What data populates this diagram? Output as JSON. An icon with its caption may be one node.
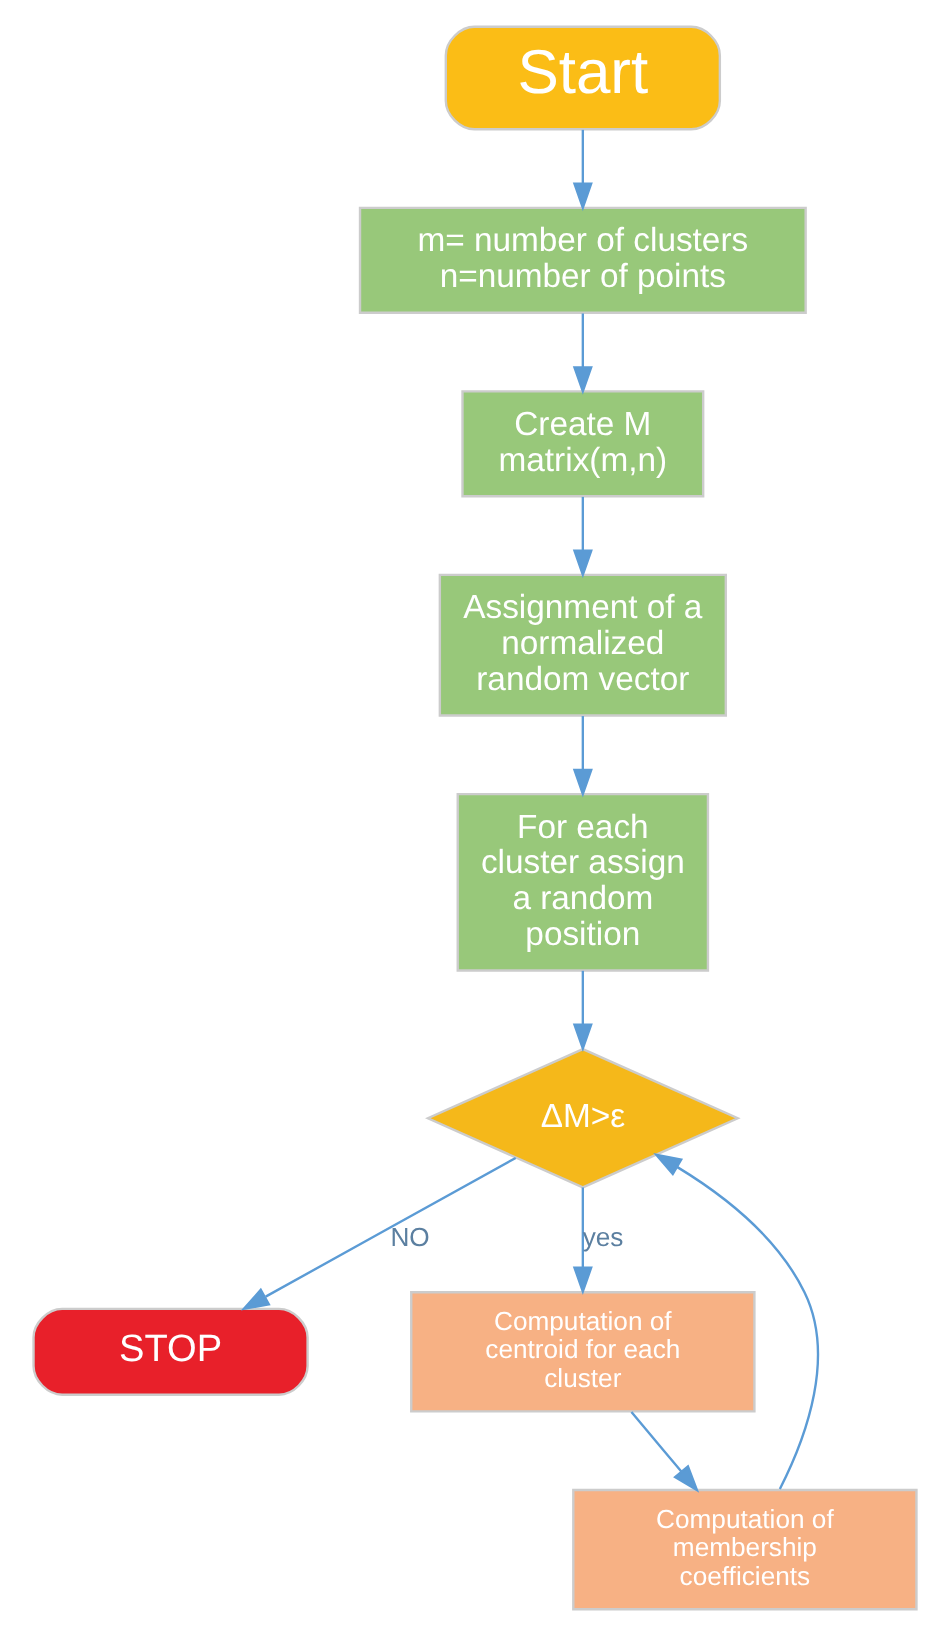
{
  "diagram": {
    "nodes": [
      {
        "text": [
          "Start"
        ]
      },
      {
        "text": [
          "m= number of clusters",
          "n=number of points"
        ]
      },
      {
        "text": [
          "Create M matrix(m,n)"
        ]
      },
      {
        "text": [
          "Assignment of a normalized random vector"
        ]
      },
      {
        "text": [
          "For each cluster assign a random position"
        ]
      },
      {
        "text": [
          "ΔM>ε"
        ]
      },
      {
        "text": [
          "STOP"
        ]
      },
      {
        "text": [
          "Computation of membership coefficients"
        ]
      },
      {
        "text": [
          "Computation of centroid for each cluster"
        ]
      }
    ],
    "edges": [
      {
        "from": 0,
        "to": 1,
        "arrow": "to"
      },
      {
        "from": 1,
        "to": 2,
        "arrow": "to"
      },
      {
        "from": 2,
        "to": 3,
        "arrow": "to"
      },
      {
        "from": 3,
        "to": 4,
        "arrow": "to"
      },
      {
        "from": 4,
        "to": 5,
        "arrow": "to"
      },
      {
        "from": 5,
        "to": 6,
        "label": "NO",
        "arrow": "to"
      },
      {
        "from": 5,
        "to": 8,
        "label": "yes",
        "arrow": "to"
      },
      {
        "from": 8,
        "to": 7,
        "arrow": "to"
      },
      {
        "from": 7,
        "to": 5,
        "arrow": "to"
      }
    ]
  }
}
